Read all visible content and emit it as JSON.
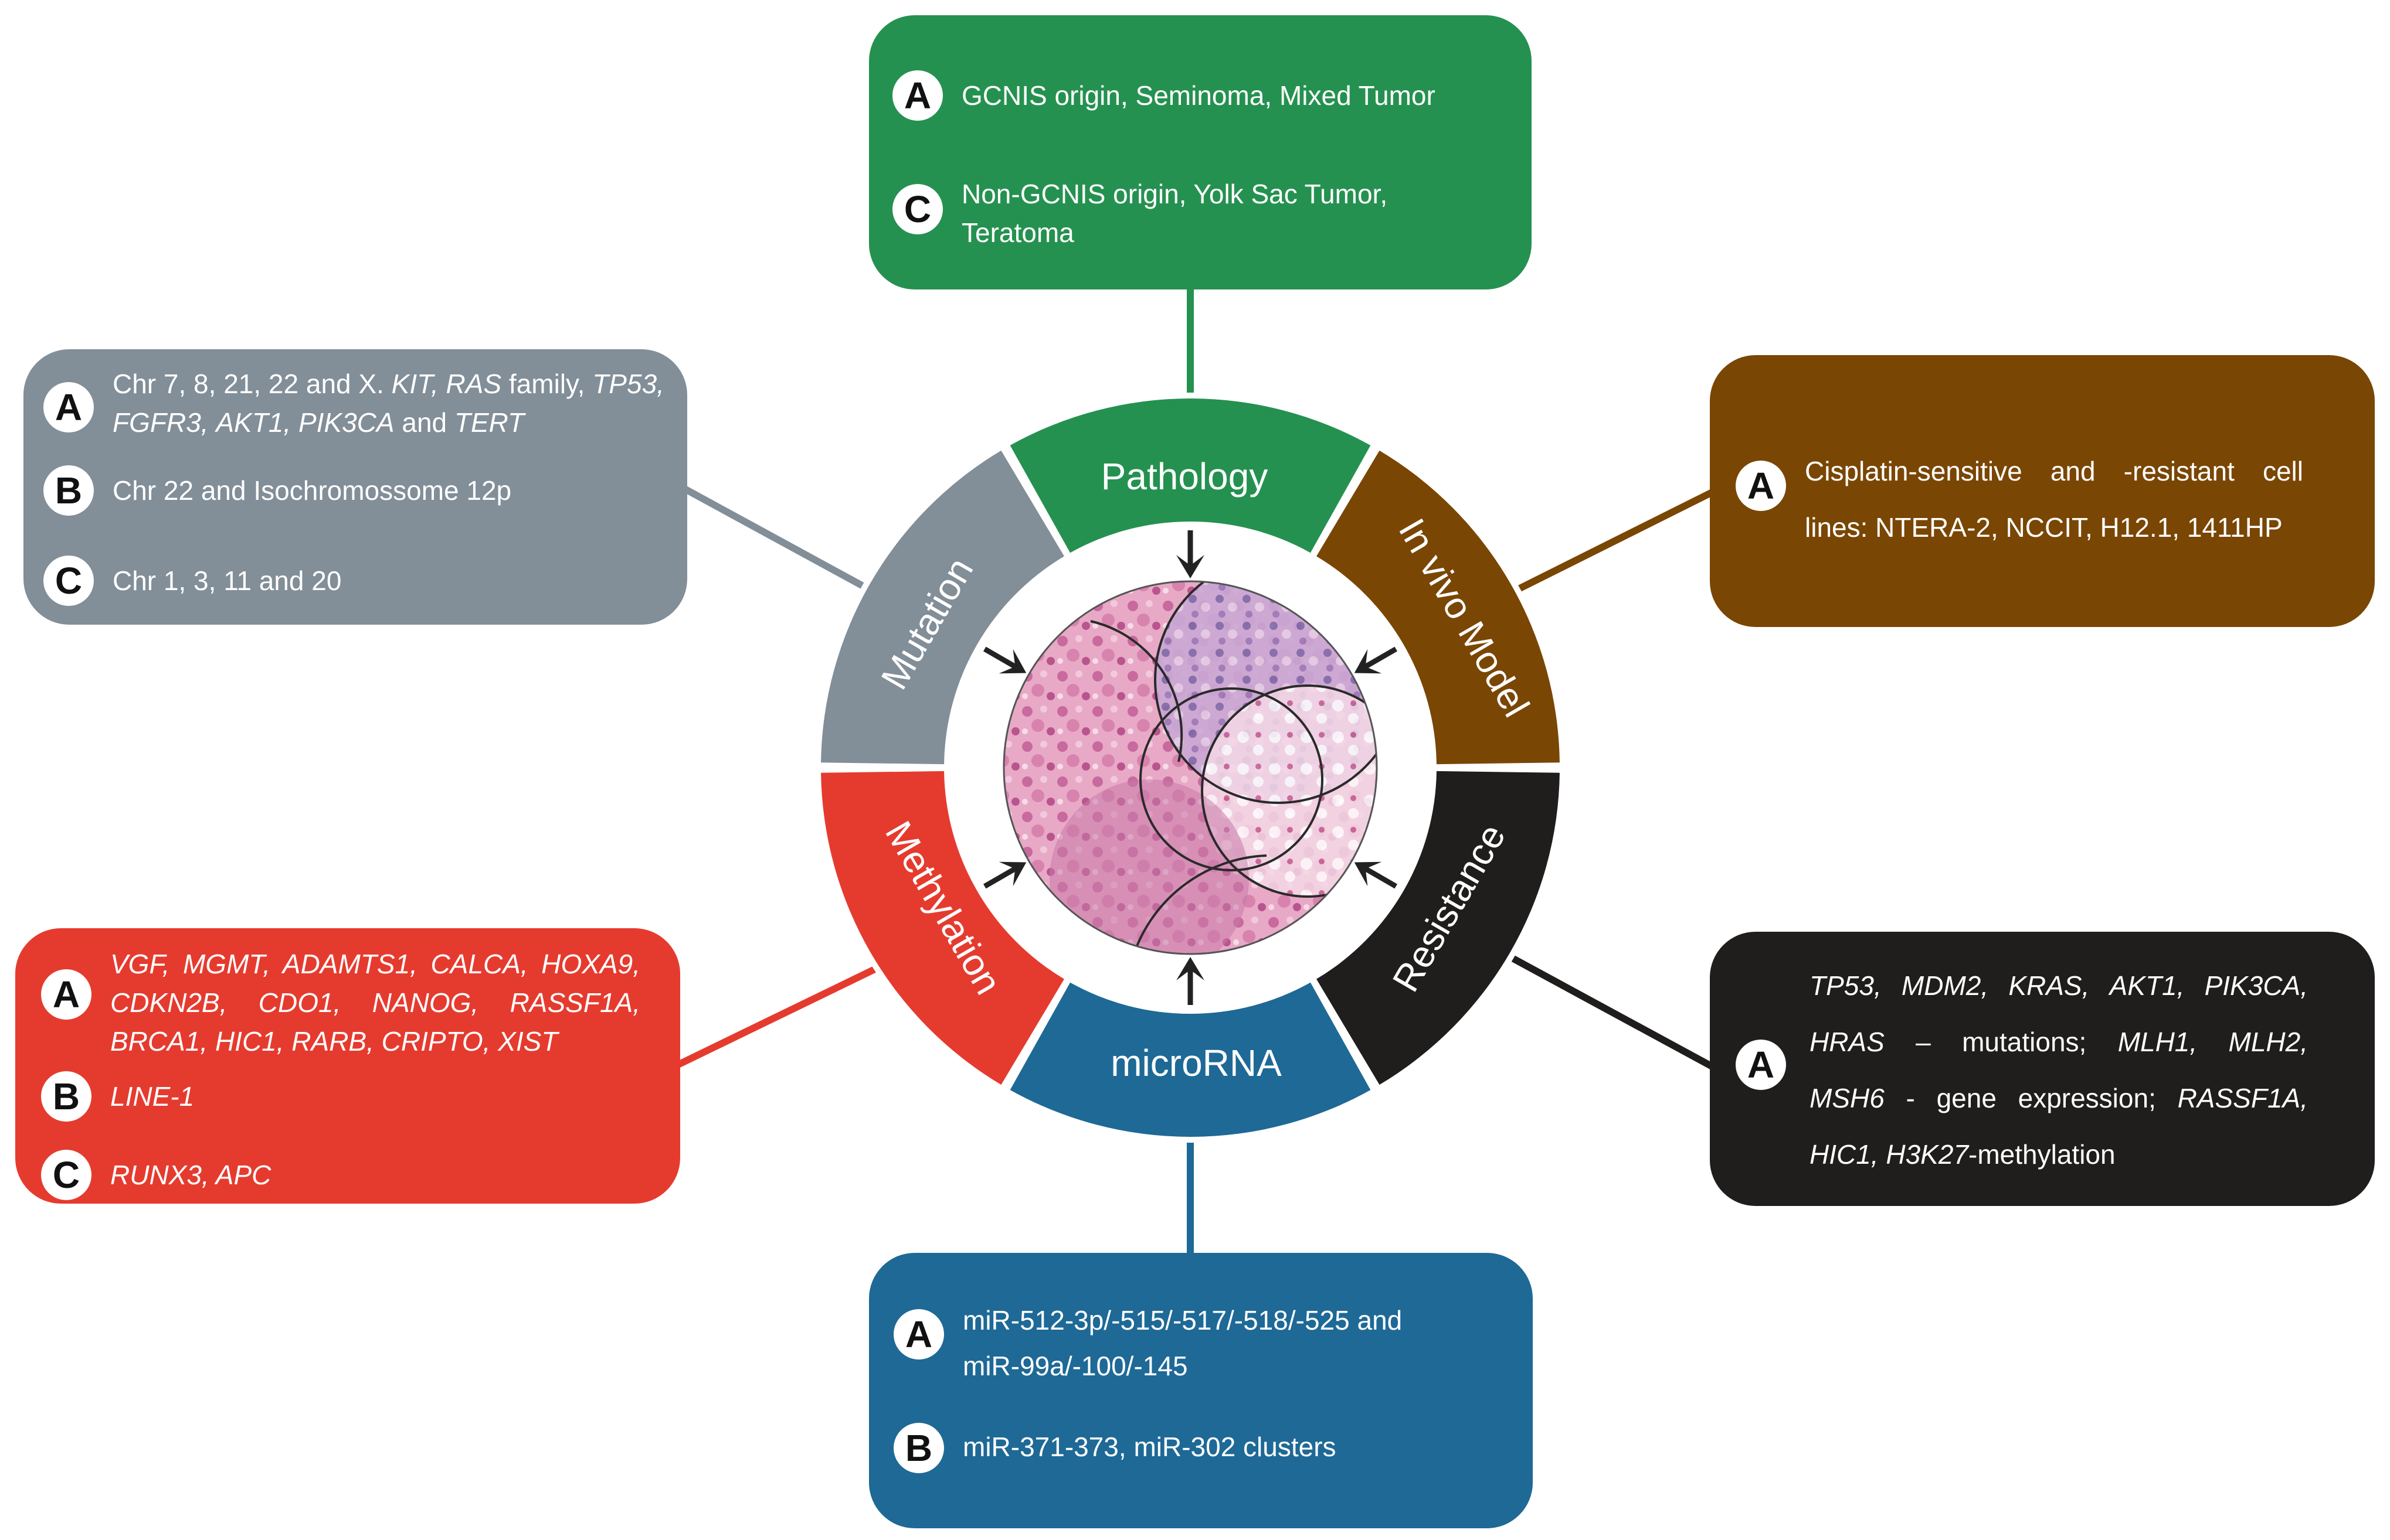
{
  "colors": {
    "pathology": "#259150",
    "invivo": "#7a4604",
    "resistance": "#201d1d",
    "microrna": "#1e6996",
    "methylation": "#e53b2f",
    "mutation": "#828e98",
    "arrow": "#222222"
  },
  "segments": {
    "pathology": "Pathology",
    "invivo": "In vivo Model",
    "resistance": "Resistance",
    "microrna": "microRNA",
    "methylation": "Methylation",
    "mutation": "Mutation"
  },
  "pathology_box": {
    "a_badge": "A",
    "a_text": "GCNIS origin, Seminoma, Mixed Tumor",
    "c_badge": "C",
    "c_line1": "Non-GCNIS origin, Yolk Sac Tumor,",
    "c_line2": "Teratoma"
  },
  "invivo_box": {
    "a_badge": "A",
    "a_line1": "Cisplatin-sensitive and -resistant cell",
    "a_line2": "lines: NTERA-2, NCCIT, H12.1, 1411HP"
  },
  "resistance_box": {
    "a_badge": "A",
    "g_tp53": "TP53,",
    "g_mdm2": "MDM2,",
    "g_kras": "KRAS,",
    "g_akt1": "AKT1,",
    "g_pik3ca": "PIK3CA,",
    "g_hras": "HRAS",
    "t_mutations": "– mutations;",
    "g_mlh1": "MLH1,",
    "g_mlh2": "MLH2,",
    "g_msh6": "MSH6",
    "t_gene_expr": "- gene expression;",
    "g_rassf1a": "RASSF1A,",
    "g_hic1": "HIC1,",
    "g_h3k27": "H3K27",
    "t_methylation": "-methylation"
  },
  "microrna_box": {
    "a_badge": "A",
    "a_line1": "miR-512-3p/-515/-517/-518/-525 and",
    "a_line2": "miR-99a/-100/-145",
    "b_badge": "B",
    "b_text": "miR-371-373, miR-302 clusters"
  },
  "methylation_box": {
    "a_badge": "A",
    "a_line1": "VGF, MGMT, ADAMTS1, CALCA, HOXA9,",
    "a_line2": "CDKN2B, CDO1, NANOG, RASSF1A,",
    "a_line3": "BRCA1, HIC1, RARB, CRIPTO, XIST",
    "b_badge": "B",
    "b_text": "LINE-1",
    "c_badge": "C",
    "c_text": "RUNX3, APC"
  },
  "mutation_box": {
    "a_badge": "A",
    "a_pre": "Chr 7, 8, 21, 22 and X.",
    "a_kit": "KIT,",
    "a_ras": "RAS",
    "a_family": "family,",
    "a_tp53": "TP53,",
    "a_fgfr3": "FGFR3,",
    "a_akt1": "AKT1,",
    "a_pik3ca": "PIK3CA",
    "a_and": "and",
    "a_tert": "TERT",
    "b_badge": "B",
    "b_text": "Chr 22 and Isochromossome 12p",
    "c_badge": "C",
    "c_text": "Chr 1, 3, 11 and 20"
  }
}
